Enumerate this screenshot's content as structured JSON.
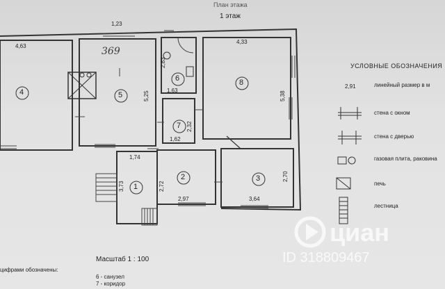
{
  "header": {
    "plan_title": "План этажа",
    "floor": "1 этаж"
  },
  "rooms": [
    {
      "num": "1"
    },
    {
      "num": "2"
    },
    {
      "num": "3"
    },
    {
      "num": "4"
    },
    {
      "num": "5"
    },
    {
      "num": "6"
    },
    {
      "num": "7"
    },
    {
      "num": "8"
    }
  ],
  "dimensions": {
    "d463": "4,63",
    "d123": "1,23",
    "d433": "4,33",
    "d283": "2,83",
    "d163": "1,63",
    "d525": "5,25",
    "d538": "5,38",
    "d232": "2,32",
    "d162": "1,62",
    "d174": "1,74",
    "d373": "3,73",
    "d272": "2,72",
    "d297": "2,97",
    "d364": "3,64",
    "d270": "2,70"
  },
  "handwritten_note": "369",
  "legend": {
    "title": "УСЛОВНЫЕ ОБОЗНАЧЕНИЯ",
    "sample_value": "2,91",
    "items": [
      "линейный размер в м",
      "стена с окном",
      "стена с дверью",
      "газовая плита, раковина",
      "печь",
      "лестница"
    ]
  },
  "scale": "Масштаб 1 : 100",
  "footnote": {
    "title": "цифрами обозначены:",
    "item6": "6 - санузел",
    "item7": "7 - коридор"
  },
  "watermark": {
    "brand": "циан",
    "id": "ID 318809467"
  }
}
